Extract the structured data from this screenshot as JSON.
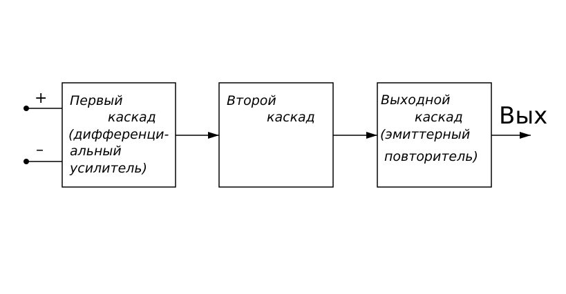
{
  "inputs": {
    "plus_sign": "+",
    "minus_sign": "–"
  },
  "blocks": [
    {
      "lines": [
        "Первый",
        "каскад",
        "(дифференци-",
        "альный",
        "усилитель)"
      ]
    },
    {
      "lines": [
        "Второй",
        "каскад"
      ]
    },
    {
      "lines": [
        "Выходной",
        "каскад",
        "(эмиттерный",
        "повторитель)"
      ]
    }
  ],
  "output": {
    "label": "Вых"
  }
}
